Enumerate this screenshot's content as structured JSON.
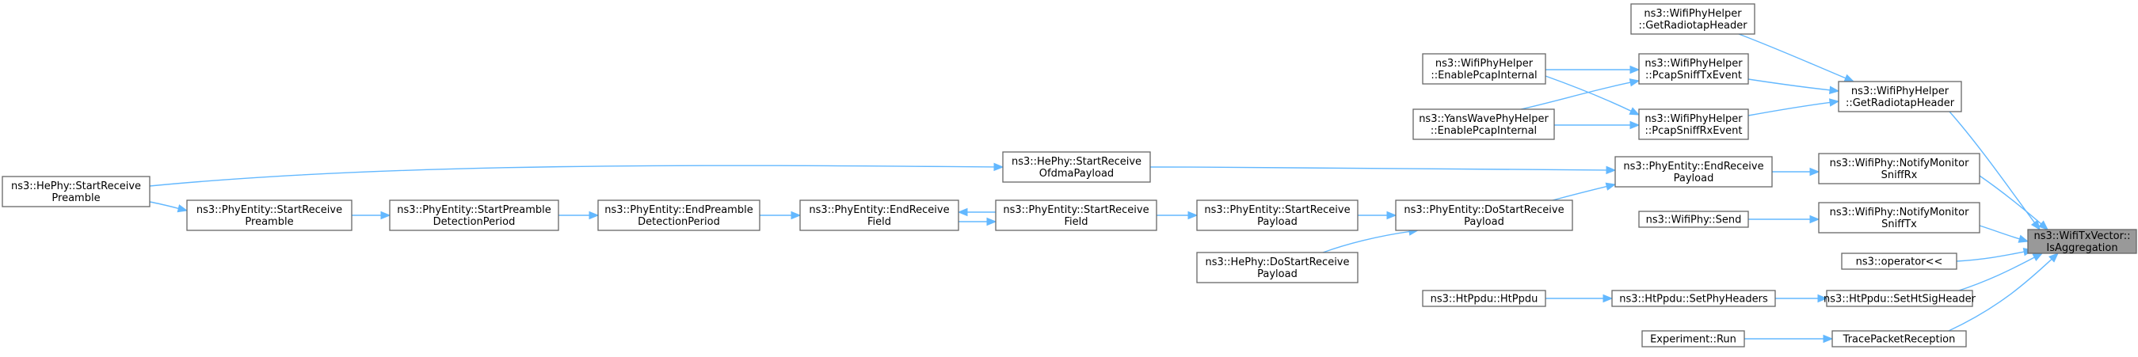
{
  "diagram": {
    "title": "",
    "root": "IsAggregation",
    "nodes": [
      {
        "id": "IsAggregation",
        "lines": [
          "ns3::WifiTxVector::",
          "IsAggregation"
        ],
        "root": true
      },
      {
        "id": "GetRadiotapHeader2",
        "lines": [
          "ns3::WifiPhyHelper",
          "::GetRadiotapHeader"
        ]
      },
      {
        "id": "GetRadiotapHeader1",
        "lines": [
          "ns3::WifiPhyHelper",
          "::GetRadiotapHeader"
        ]
      },
      {
        "id": "PcapSniffTxEvent",
        "lines": [
          "ns3::WifiPhyHelper",
          "::PcapSniffTxEvent"
        ]
      },
      {
        "id": "PcapSniffRxEvent",
        "lines": [
          "ns3::WifiPhyHelper",
          "::PcapSniffRxEvent"
        ]
      },
      {
        "id": "EnablePcapInternalWifi",
        "lines": [
          "ns3::WifiPhyHelper",
          "::EnablePcapInternal"
        ]
      },
      {
        "id": "EnablePcapInternalYans",
        "lines": [
          "ns3::YansWavePhyHelper",
          "::EnablePcapInternal"
        ]
      },
      {
        "id": "NotifyMonitorSniffRx",
        "lines": [
          "ns3::WifiPhy::NotifyMonitor",
          "SniffRx"
        ]
      },
      {
        "id": "NotifyMonitorSniffTx",
        "lines": [
          "ns3::WifiPhy::NotifyMonitor",
          "SniffTx"
        ]
      },
      {
        "id": "WifiPhySend",
        "lines": [
          "ns3::WifiPhy::Send"
        ]
      },
      {
        "id": "EndReceivePayload",
        "lines": [
          "ns3::PhyEntity::EndReceive",
          "Payload"
        ]
      },
      {
        "id": "DoStartReceivePayload",
        "lines": [
          "ns3::PhyEntity::DoStartReceive",
          "Payload"
        ]
      },
      {
        "id": "StartReceivePayload",
        "lines": [
          "ns3::PhyEntity::StartReceive",
          "Payload"
        ]
      },
      {
        "id": "HeDoStartReceivePayload",
        "lines": [
          "ns3::HePhy::DoStartReceive",
          "Payload"
        ]
      },
      {
        "id": "StartReceiveField",
        "lines": [
          "ns3::PhyEntity::StartReceive",
          "Field"
        ]
      },
      {
        "id": "EndReceiveField",
        "lines": [
          "ns3::PhyEntity::EndReceive",
          "Field"
        ]
      },
      {
        "id": "EndPreambleDetectionPeriod",
        "lines": [
          "ns3::PhyEntity::EndPreamble",
          "DetectionPeriod"
        ]
      },
      {
        "id": "StartPreambleDetectionPeriod",
        "lines": [
          "ns3::PhyEntity::StartPreamble",
          "DetectionPeriod"
        ]
      },
      {
        "id": "PhyStartReceivePreamble",
        "lines": [
          "ns3::PhyEntity::StartReceive",
          "Preamble"
        ]
      },
      {
        "id": "HeStartReceivePreamble",
        "lines": [
          "ns3::HePhy::StartReceive",
          "Preamble"
        ]
      },
      {
        "id": "HeStartReceiveOfdmaPayload",
        "lines": [
          "ns3::HePhy::StartReceive",
          "OfdmaPayload"
        ]
      },
      {
        "id": "OperatorShift",
        "lines": [
          "ns3::operator<<"
        ]
      },
      {
        "id": "SetHtSigHeader",
        "lines": [
          "ns3::HtPpdu::SetHtSigHeader"
        ]
      },
      {
        "id": "SetPhyHeaders",
        "lines": [
          "ns3::HtPpdu::SetPhyHeaders"
        ]
      },
      {
        "id": "HtPpdu",
        "lines": [
          "ns3::HtPpdu::HtPpdu"
        ]
      },
      {
        "id": "TracePacketReception",
        "lines": [
          "TracePacketReception"
        ]
      },
      {
        "id": "ExperimentRun",
        "lines": [
          "Experiment::Run"
        ]
      }
    ],
    "edges": [
      {
        "from": "GetRadiotapHeader1",
        "to": "IsAggregation"
      },
      {
        "from": "NotifyMonitorSniffRx",
        "to": "IsAggregation"
      },
      {
        "from": "NotifyMonitorSniffTx",
        "to": "IsAggregation"
      },
      {
        "from": "OperatorShift",
        "to": "IsAggregation"
      },
      {
        "from": "SetHtSigHeader",
        "to": "IsAggregation"
      },
      {
        "from": "TracePacketReception",
        "to": "IsAggregation"
      },
      {
        "from": "GetRadiotapHeader2",
        "to": "GetRadiotapHeader1"
      },
      {
        "from": "PcapSniffTxEvent",
        "to": "GetRadiotapHeader1"
      },
      {
        "from": "PcapSniffRxEvent",
        "to": "GetRadiotapHeader1"
      },
      {
        "from": "EnablePcapInternalWifi",
        "to": "PcapSniffTxEvent"
      },
      {
        "from": "EnablePcapInternalYans",
        "to": "PcapSniffTxEvent"
      },
      {
        "from": "EnablePcapInternalWifi",
        "to": "PcapSniffRxEvent"
      },
      {
        "from": "EnablePcapInternalYans",
        "to": "PcapSniffRxEvent"
      },
      {
        "from": "EndReceivePayload",
        "to": "NotifyMonitorSniffRx"
      },
      {
        "from": "WifiPhySend",
        "to": "NotifyMonitorSniffTx"
      },
      {
        "from": "HeStartReceiveOfdmaPayload",
        "to": "EndReceivePayload"
      },
      {
        "from": "DoStartReceivePayload",
        "to": "EndReceivePayload"
      },
      {
        "from": "StartReceivePayload",
        "to": "DoStartReceivePayload"
      },
      {
        "from": "HeDoStartReceivePayload",
        "to": "DoStartReceivePayload"
      },
      {
        "from": "StartReceiveField",
        "to": "StartReceivePayload"
      },
      {
        "from": "StartReceiveField",
        "to": "EndReceiveField"
      },
      {
        "from": "EndReceiveField",
        "to": "StartReceiveField"
      },
      {
        "from": "EndPreambleDetectionPeriod",
        "to": "EndReceiveField"
      },
      {
        "from": "StartPreambleDetectionPeriod",
        "to": "EndPreambleDetectionPeriod"
      },
      {
        "from": "PhyStartReceivePreamble",
        "to": "StartPreambleDetectionPeriod"
      },
      {
        "from": "HeStartReceivePreamble",
        "to": "PhyStartReceivePreamble"
      },
      {
        "from": "HeStartReceivePreamble",
        "to": "HeStartReceiveOfdmaPayload"
      },
      {
        "from": "SetPhyHeaders",
        "to": "SetHtSigHeader"
      },
      {
        "from": "HtPpdu",
        "to": "SetPhyHeaders"
      },
      {
        "from": "ExperimentRun",
        "to": "TracePacketReception"
      }
    ]
  }
}
